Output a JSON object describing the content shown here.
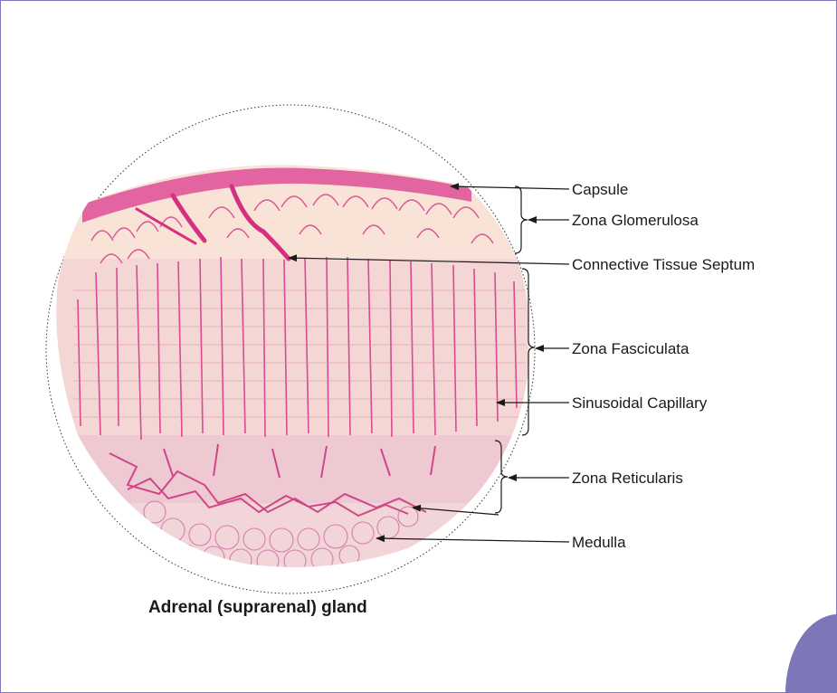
{
  "figure": {
    "caption": "Adrenal (suprarenal) gland",
    "labels": [
      "Capsule",
      "Zona Glomerulosa",
      "Connective Tissue Septum",
      "Zona Fasciculata",
      "Sinusoidal Capillary",
      "Zona Reticularis",
      "Medulla"
    ]
  },
  "colors": {
    "frame": "#7d76b8",
    "tissue_background": "#f8e3d6",
    "stain": "#d93a8c",
    "text": "#1a1a1a"
  }
}
